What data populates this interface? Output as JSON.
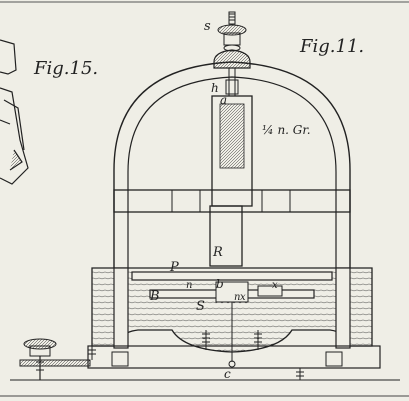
{
  "figures": {
    "fig15_label": "Fig.15.",
    "fig11_label": "Fig.11.",
    "scale_note": "¼ n. Gr."
  },
  "letters": {
    "s": "s",
    "h": "h",
    "a": "a",
    "R": "R",
    "P": "P",
    "B": "B",
    "b": "b",
    "S": "S",
    "c": "c",
    "n1": "n",
    "n2": "n",
    "x": "x",
    "x2": "x"
  },
  "colors": {
    "paper": "#efeee6",
    "ink": "#222222"
  }
}
